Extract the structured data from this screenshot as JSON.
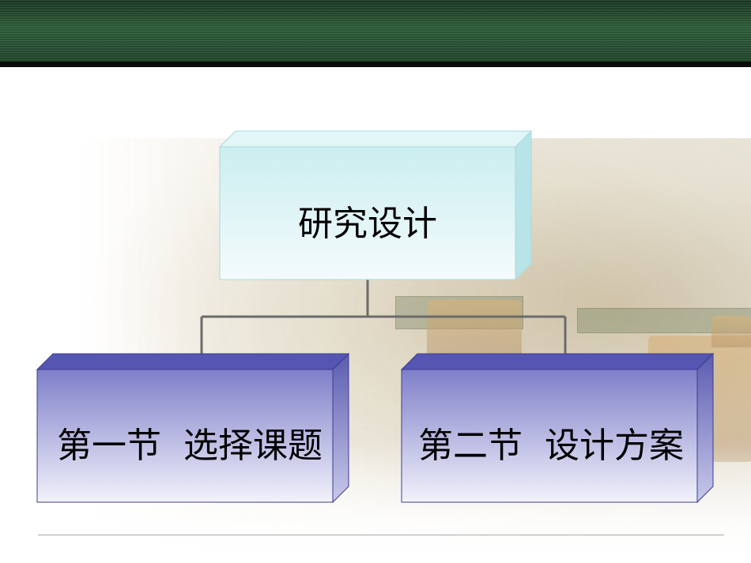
{
  "diagram": {
    "root": {
      "label": "研究设计"
    },
    "children": [
      {
        "label": "第一节  选择课题"
      },
      {
        "label": "第二节  设计方案"
      }
    ]
  },
  "colors": {
    "top_band": "#1e4129",
    "root_fill": "#d9f1f3",
    "child_fill": "#8f8fd0",
    "connector": "#6b6b6b"
  }
}
